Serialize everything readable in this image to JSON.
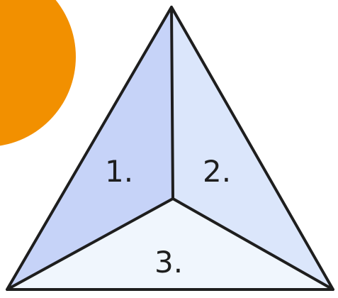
{
  "diagram": {
    "labels": {
      "face1": "1.",
      "face2": "2.",
      "face3": "3."
    },
    "colors": {
      "face1": "#c6d3f8",
      "face2": "#dbe6fb",
      "face3": "#f0f6fd",
      "outline": "#1e1e1e",
      "circle": "#f29000"
    }
  }
}
